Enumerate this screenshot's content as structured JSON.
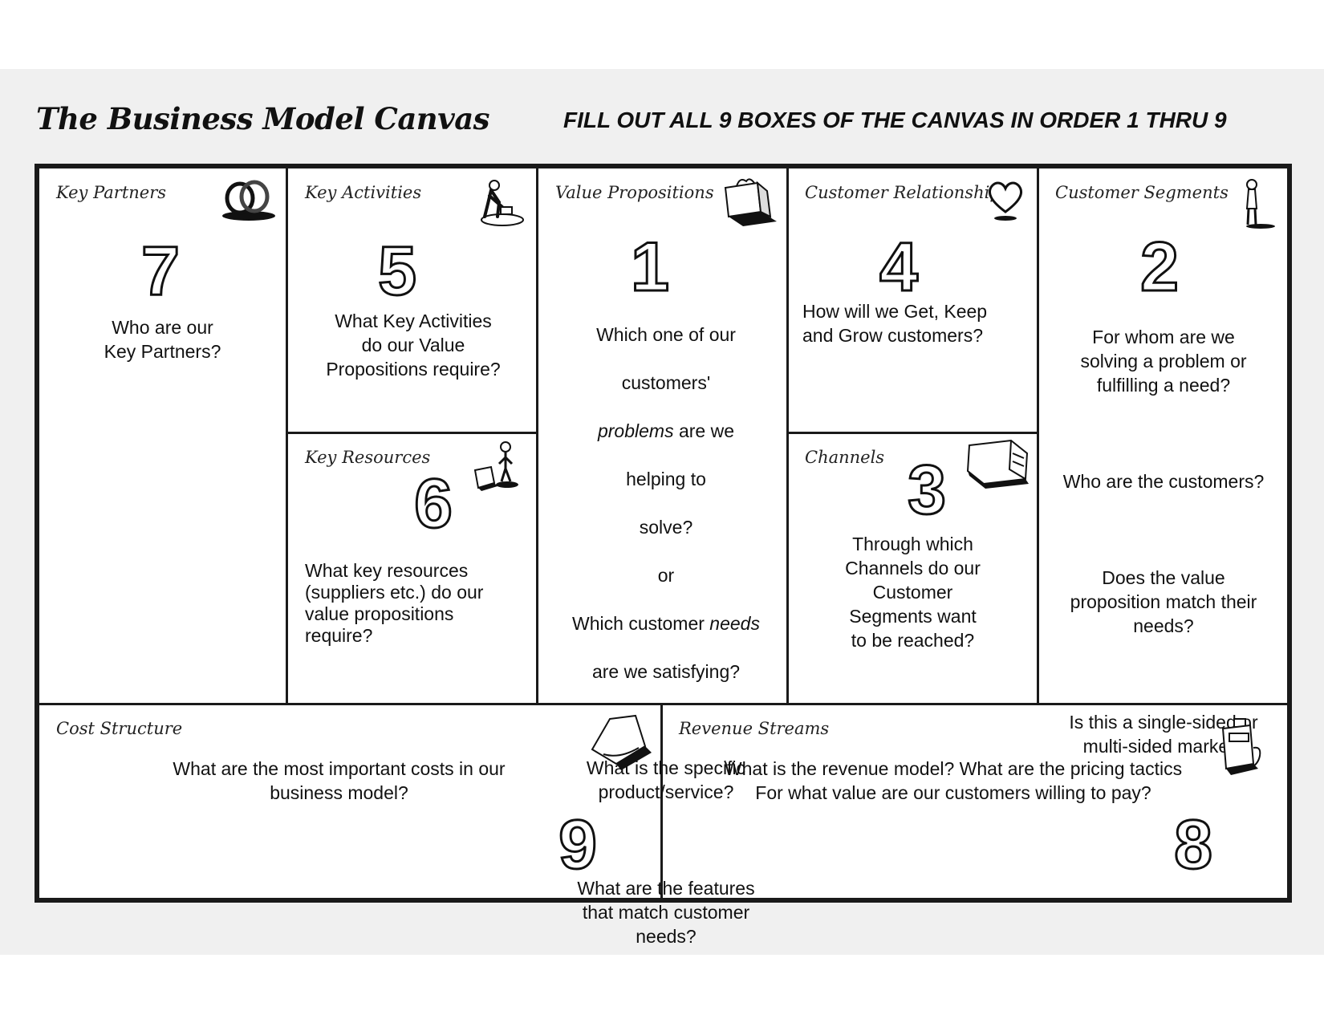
{
  "header": {
    "title": "The Business Model Canvas",
    "instruction": "FILL OUT ALL 9 BOXES OF THE CANVAS IN ORDER 1 THRU 9"
  },
  "boxes": {
    "key_partners": {
      "title": "Key Partners",
      "number": "7",
      "question": "Who are our\nKey Partners?",
      "icon": "linked-rings-icon"
    },
    "key_activities": {
      "title": "Key Activities",
      "number": "5",
      "question": "What Key Activities\ndo our Value\nPropositions require?",
      "icon": "worker-icon"
    },
    "key_resources": {
      "title": "Key Resources",
      "number": "6",
      "question": "What key resources\n(suppliers etc.) do our\nvalue propositions\nrequire?",
      "icon": "person-with-crate-icon"
    },
    "value_propositions": {
      "title": "Value Propositions",
      "number": "1",
      "icon": "gift-bag-icon",
      "q1_line1": "Which one of our",
      "q1_line2": "customers'",
      "q1_line3_em": "problems",
      "q1_line3_rest": " are we",
      "q1_line4": "helping to",
      "q1_line5": "solve?",
      "q1_or": "or",
      "q2_pre": "Which customer ",
      "q2_em": "needs",
      "q2_line2": "are we satisfying?",
      "q3": "What is the specific\nproduct/service?",
      "q4": "What are the features\nthat match customer\nneeds?"
    },
    "customer_relationships": {
      "title": "Customer Relationships",
      "number": "4",
      "question": "How will we Get, Keep\nand Grow customers?",
      "icon": "heart-icon"
    },
    "channels": {
      "title": "Channels",
      "number": "3",
      "question": "Through which\nChannels do our\nCustomer\nSegments want\nto be reached?",
      "icon": "delivery-truck-icon"
    },
    "customer_segments": {
      "title": "Customer Segments",
      "number": "2",
      "icon": "standing-person-icon",
      "q1": "For whom are we\nsolving a problem or\nfulfilling a need?",
      "q2": "Who are the customers?",
      "q3": "Does the value\nproposition match their\nneeds?",
      "q4": "Is this a single-sided or\nmulti-sided market?"
    },
    "cost_structure": {
      "title": "Cost Structure",
      "number": "9",
      "question": "What are the most important costs in our\nbusiness model?",
      "icon": "price-tag-icon"
    },
    "revenue_streams": {
      "title": "Revenue Streams",
      "number": "8",
      "question": "What is the revenue model? What are the pricing tactics\nFor what value are our customers willing to pay?",
      "icon": "cash-register-icon"
    }
  }
}
